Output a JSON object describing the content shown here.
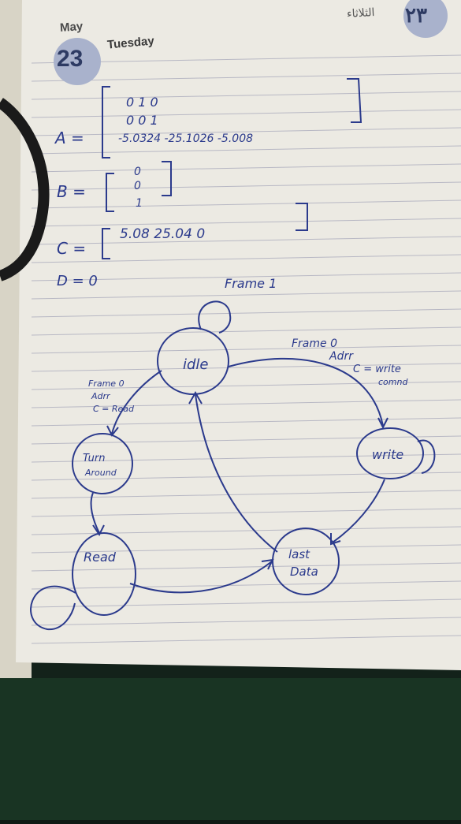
{
  "header": {
    "month": "May",
    "day_number": "23",
    "weekday": "Tuesday",
    "arabic_weekday": "الثلاثاء",
    "arabic_day_number": "٢٣"
  },
  "matrices": {
    "a_label": "A =",
    "a_row1": "0   1   0",
    "a_row2": "0   0   1",
    "a_row3": "-5.0324   -25.1026   -5.008",
    "b_label": "B =",
    "b_values": [
      "0",
      "0",
      "1"
    ],
    "c_label": "C =",
    "c_row": "5.08   25.04   0",
    "d_label": "D = 0"
  },
  "state_diagram": {
    "states": {
      "idle": "idle",
      "write": "write",
      "last_data": [
        "last",
        "Data"
      ],
      "read": "Read",
      "turn_around": [
        "Turn",
        "Around"
      ]
    },
    "transitions": {
      "idle_self": "Frame 1",
      "idle_to_write": [
        "Frame 0",
        "Adrr",
        "C = write",
        "comnd"
      ],
      "idle_to_turn": [
        "Frame 0",
        "Adrr",
        "C = Read"
      ]
    }
  }
}
